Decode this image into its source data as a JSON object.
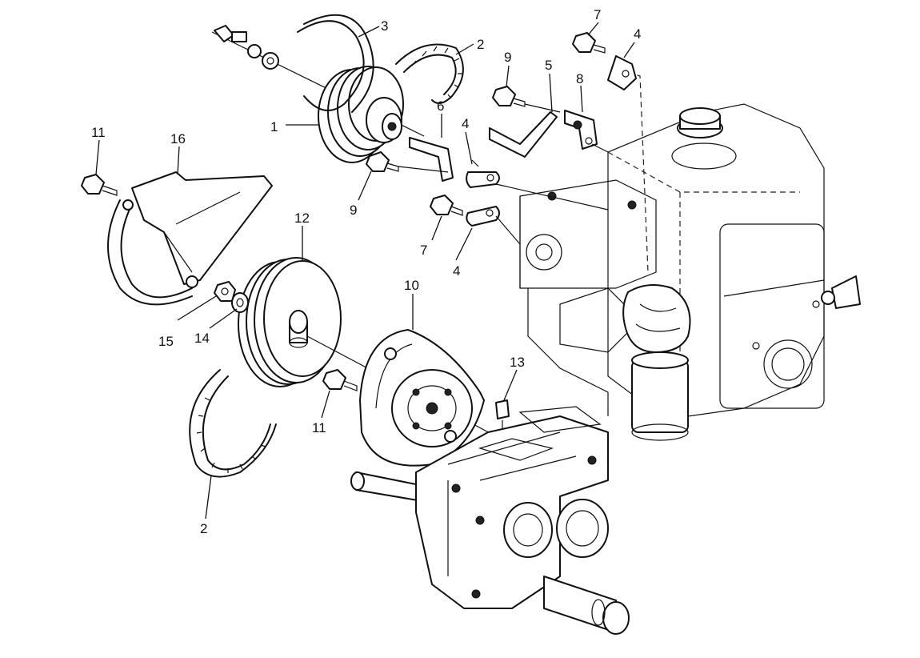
{
  "callouts": [
    {
      "id": "c1",
      "text": "1"
    },
    {
      "id": "c2a",
      "text": "2"
    },
    {
      "id": "c2b",
      "text": "2"
    },
    {
      "id": "c3",
      "text": "3"
    },
    {
      "id": "c4a",
      "text": "4"
    },
    {
      "id": "c4b",
      "text": "4"
    },
    {
      "id": "c4c",
      "text": "4"
    },
    {
      "id": "c5",
      "text": "5"
    },
    {
      "id": "c6",
      "text": "6"
    },
    {
      "id": "c7a",
      "text": "7"
    },
    {
      "id": "c7b",
      "text": "7"
    },
    {
      "id": "c8",
      "text": "8"
    },
    {
      "id": "c9a",
      "text": "9"
    },
    {
      "id": "c9b",
      "text": "9"
    },
    {
      "id": "c10",
      "text": "10"
    },
    {
      "id": "c11a",
      "text": "11"
    },
    {
      "id": "c11b",
      "text": "11"
    },
    {
      "id": "c12",
      "text": "12"
    },
    {
      "id": "c13",
      "text": "13"
    },
    {
      "id": "c14",
      "text": "14"
    },
    {
      "id": "c15",
      "text": "15"
    },
    {
      "id": "c16",
      "text": "16"
    }
  ]
}
